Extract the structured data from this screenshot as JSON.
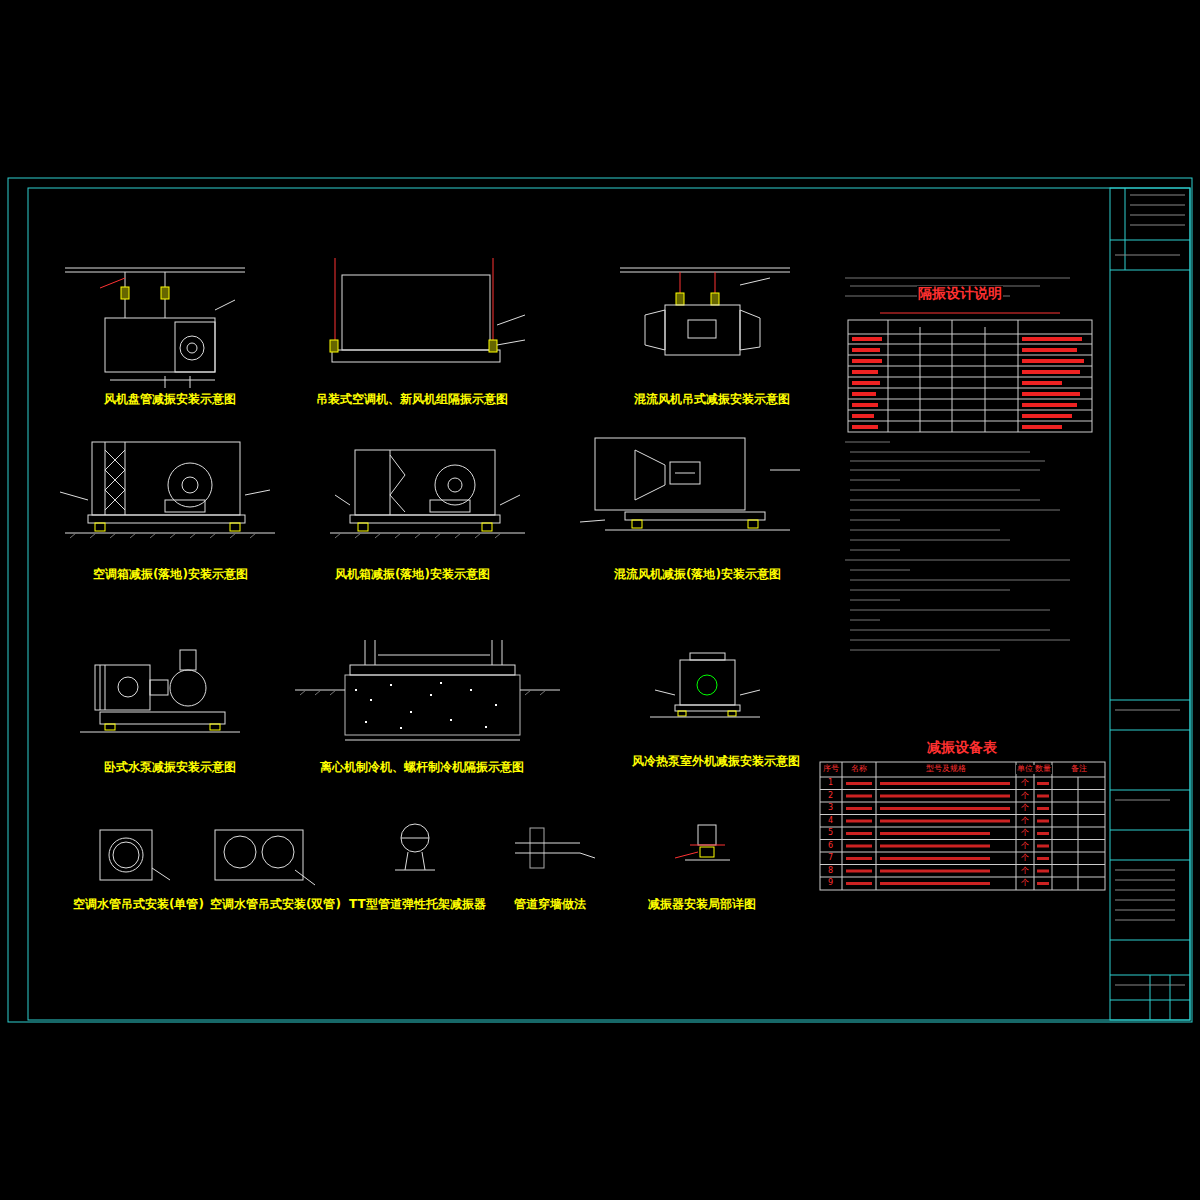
{
  "diagram": {
    "labels": [
      "风机盘管减振安装示意图",
      "吊装式空调机、新风机组隔振示意图",
      "混流风机吊式减振安装示意图",
      "空调箱减振(落地)安装示意图",
      "风机箱减振(落地)安装示意图",
      "混流风机减振(落地)安装示意图",
      "卧式水泵减振安装示意图",
      "离心机制冷机、螺杆制冷机隔振示意图",
      "风冷热泵室外机减振安装示意图",
      "空调水管吊式安装(单管)",
      "空调水管吊式安装(双管)",
      "TT型管道弹性托架减振器",
      "管道穿墙做法",
      "减振器安装局部详图",
      "隔振设计说明",
      "减振设备表",
      "序号",
      "名称",
      "型号及规格",
      "单位",
      "数量",
      "备注",
      "1",
      "个",
      "2",
      "个",
      "3",
      "个",
      "4",
      "个",
      "5",
      "个",
      "6",
      "个",
      "7",
      "个",
      "8",
      "个",
      "9",
      "个"
    ]
  }
}
